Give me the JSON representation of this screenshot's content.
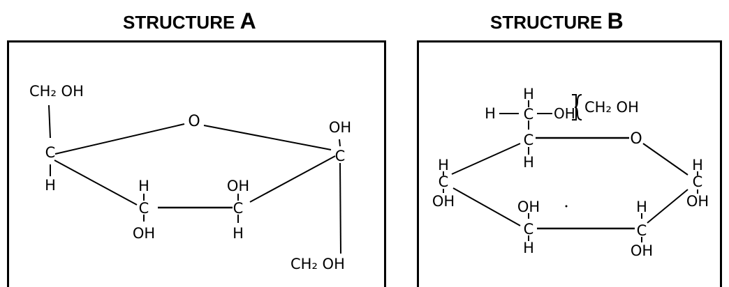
{
  "structure_a": {
    "title_prefix": "STRUCTURE ",
    "title_letter": "A",
    "labels": {
      "ch2oh_top": "CH₂ OH",
      "c_left": "C",
      "h_left": "H",
      "o_ring": "O",
      "oh_right": "OH",
      "c_right": "C",
      "h_c3": "H",
      "c_c3": "C",
      "oh_c3": "OH",
      "oh_c4": "OH",
      "c_c4": "C",
      "h_c4": "H",
      "ch2oh_bottom": "CH₂ OH"
    }
  },
  "structure_b": {
    "title_prefix": "STRUCTURE ",
    "title_letter": "B",
    "labels": {
      "h_top": "H",
      "h_side": "H",
      "c_side": "C",
      "oh_side": "OH",
      "ch2oh": "CH₂ OH",
      "c5": "C",
      "h_c5": "H",
      "o_ring": "O",
      "h_c1_top": "H",
      "c1": "C",
      "oh_c1": "OH",
      "h_c4_top": "H",
      "c4": "C",
      "oh_c4": "OH",
      "oh_c3": "OH",
      "c3": "C",
      "h_c3": "H",
      "h_c2": "H",
      "c2": "C",
      "oh_c2": "OH"
    }
  }
}
